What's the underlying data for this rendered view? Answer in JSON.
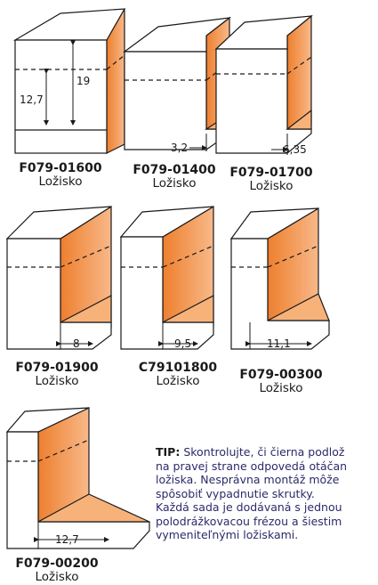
{
  "parts": [
    {
      "code": "F079-01600",
      "label": "Ložisko",
      "dims": [
        "19",
        "12,7"
      ]
    },
    {
      "code": "F079-01400",
      "label": "Ložisko",
      "dims": [
        "3,2"
      ]
    },
    {
      "code": "F079-01700",
      "label": "Ložisko",
      "dims": [
        "6,35"
      ]
    },
    {
      "code": "F079-01900",
      "label": "Ložisko",
      "dims": [
        "8"
      ]
    },
    {
      "code": "C79101800",
      "label": "Ložisko",
      "dims": [
        "9,5"
      ]
    },
    {
      "code": "F079-00300",
      "label": "Ložisko",
      "dims": [
        "11,1"
      ]
    },
    {
      "code": "F079-00200",
      "label": "Ložisko",
      "dims": [
        "12,7"
      ]
    }
  ],
  "tip": {
    "heading": "TIP:",
    "lines": [
      " Skontrolujte, či čierna podlož",
      "na pravej strane odpovedá otáčan",
      "ložiska. Nesprávna montáž môže",
      "spôsobiť vypadnutie skrutky.",
      "Každá sada je dodávaná s jednou",
      "polodrážkovacou frézou a šiestim",
      "vymeniteľnými ložiskami."
    ]
  },
  "colors": {
    "orange": "#f08a3c",
    "orange_light": "#f7b27a",
    "outline": "#1a1a1a"
  }
}
